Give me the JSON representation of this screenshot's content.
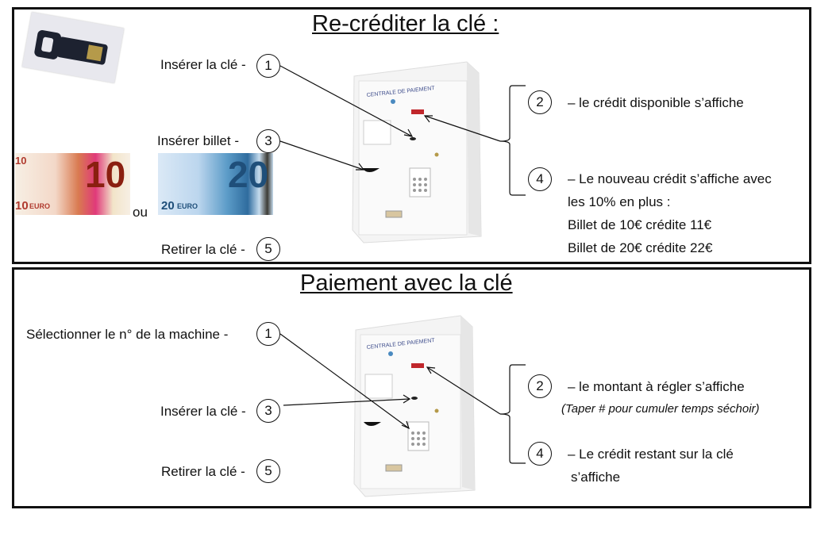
{
  "section1": {
    "title": "Re-créditer la clé :",
    "steps_left": [
      {
        "label": "Insérer la clé -",
        "number": "1"
      },
      {
        "label": "Insérer  billet -",
        "number": "3"
      },
      {
        "label": "Retirer la clé -",
        "number": "5"
      }
    ],
    "bill_separator": "ou",
    "bills": [
      {
        "value": "10",
        "currency": "EURO"
      },
      {
        "value": "20",
        "currency": "EURO"
      }
    ],
    "machine_label": "CENTRALE DE PAIEMENT",
    "steps_right": [
      {
        "number": "2",
        "text": "– le crédit disponible s’affiche"
      },
      {
        "number": "4",
        "text": "– Le nouveau crédit s’affiche avec",
        "extra": [
          "les 10% en plus :",
          "Billet de 10€ crédite 11€",
          "Billet de 20€ crédite 22€"
        ]
      }
    ]
  },
  "section2": {
    "title": "Paiement avec la clé",
    "steps_left": [
      {
        "label": "Sélectionner  le n° de la machine -",
        "number": "1"
      },
      {
        "label": "Insérer la clé -",
        "number": "3"
      },
      {
        "label": "Retirer la clé -",
        "number": "5"
      }
    ],
    "machine_label": "CENTRALE DE PAIEMENT",
    "steps_right": [
      {
        "number": "2",
        "text": "– le montant à régler s’affiche",
        "note": "(Taper  # pour cumuler temps séchoir)"
      },
      {
        "number": "4",
        "text": "– Le crédit restant sur la clé",
        "extra": [
          "s’affiche"
        ]
      }
    ]
  }
}
